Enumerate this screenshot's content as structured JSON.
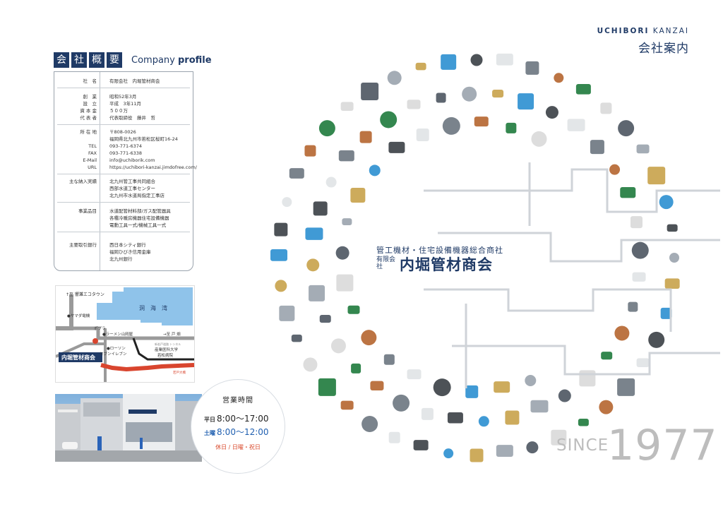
{
  "header": {
    "title_chars": [
      "会",
      "社",
      "概",
      "要"
    ],
    "title_en_prefix": "Company ",
    "title_en_bold": "profile"
  },
  "profile": {
    "sections": [
      {
        "labels": [
          "社　名"
        ],
        "values": [
          "有限会社　内堀管材商会"
        ]
      },
      {
        "labels": [
          "創　業",
          "設　立",
          "資 本 金",
          "代 表 者"
        ],
        "values": [
          "昭和52年3月",
          "平成　3年11月",
          "５００万",
          "代表取締役　藤井　哲"
        ]
      },
      {
        "labels": [
          "所 在 地",
          "",
          "TEL",
          "FAX",
          "E-Mail",
          "URL"
        ],
        "values": [
          "〒808-0026",
          "福岡県北九州市若松区桜町16-24",
          "093-771-6374",
          "093-771-6338",
          "info@uchiborik.com",
          "https://uchibori-kanzai.jimdofree.com/"
        ]
      },
      {
        "labels": [
          "主な納入実績"
        ],
        "values": [
          "北九州管工事共同組合",
          "西部水道工事センター",
          "北九州市水道局指定工事店"
        ]
      },
      {
        "labels": [
          "事業品目"
        ],
        "values": [
          "水道配管材料部/ガス配管器具",
          "各種冷暖房機器住宅設備機器",
          "電動工具一式/機械工具一式"
        ]
      },
      {
        "labels": [
          "主要取引銀行"
        ],
        "values": [
          "西日本シティ銀行",
          "福岡ひびき信用金庫",
          "北九州銀行"
        ]
      }
    ]
  },
  "map": {
    "labels": {
      "north": "↑至 響灘エコタウン",
      "bay": "洞　海　湾",
      "yamada": "●ヤマダ電機",
      "popura": "ポプラ",
      "ramen": "●ラーメン山岡屋",
      "tobata": "→至 戸 畑",
      "lawson": "●ローソン",
      "seven": "セブンイレブン",
      "hospital1": "産業医科大学",
      "hospital2": "若松病院",
      "tunnel": "新若戸道路 トンネル",
      "road": "若戸大橋",
      "shop": "内堀管材商会"
    }
  },
  "hours": {
    "title": "営業時間",
    "weekday_label": "平日",
    "weekday_time": "8:00〜17:00",
    "saturday_label": "土曜",
    "saturday_time": "8:00〜12:00",
    "closed": "休日 / 日曜・祝日"
  },
  "brand": {
    "name_bold": "UCHIBORI",
    "name_light": " KANZAI",
    "subtitle": "会社案内"
  },
  "center": {
    "tagline": "管工機材・住宅設備機器総合商社",
    "kind": "有限会社",
    "name": "内堀管材商会"
  },
  "since": {
    "label": "SINCE",
    "year": "1977"
  },
  "colors": {
    "navy": "#1f3a66",
    "sea": "#8fc3ea",
    "route": "#d9452e",
    "gray_text": "#bdbdbd"
  }
}
